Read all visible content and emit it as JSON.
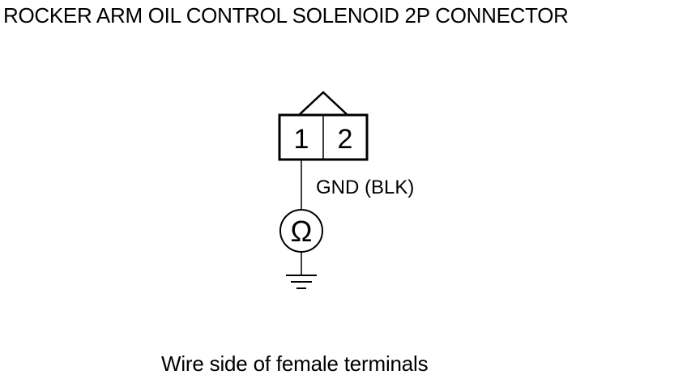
{
  "diagram": {
    "title": "ROCKER ARM OIL CONTROL SOLENOID 2P CONNECTOR",
    "connector": {
      "terminals": [
        "1",
        "2"
      ]
    },
    "wire_label": "GND (BLK)",
    "meter_symbol": "Ω",
    "meter_icon": "ohmmeter-icon",
    "ground_icon": "ground-icon",
    "caption": "Wire side of female terminals",
    "line_color": "#000000",
    "background_color": "#ffffff"
  }
}
